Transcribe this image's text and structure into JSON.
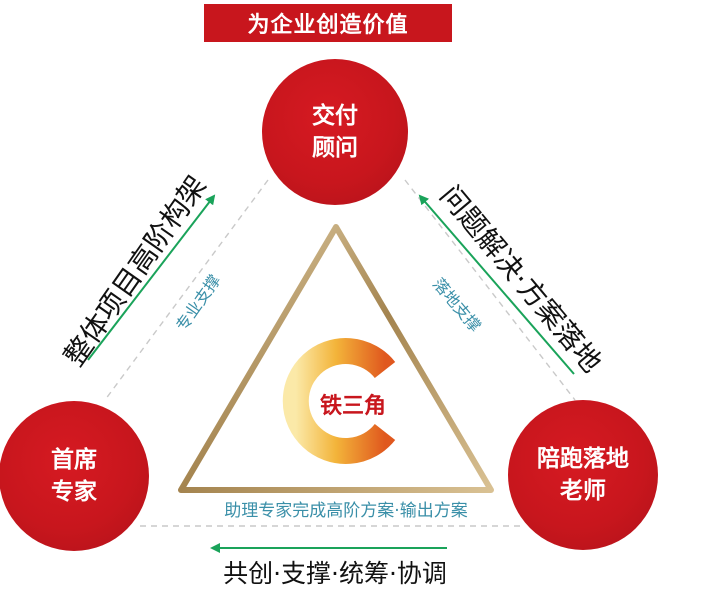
{
  "title": "为企业创造价值",
  "nodes": {
    "top": {
      "line1": "交付",
      "line2": "顾问"
    },
    "left": {
      "line1": "首席",
      "line2": "专家"
    },
    "right": {
      "line1": "陪跑落地",
      "line2": "老师"
    }
  },
  "center_logo": "铁三角",
  "edge_labels": {
    "left_outer": "整体项目高阶构架",
    "left_inner": "专业支撑",
    "right_outer": "问题解决·方案落地",
    "right_inner": "落地支撑",
    "base_inner": "助理专家完成高阶方案·输出方案",
    "bottom_outer": "共创·支撑·统筹·协调"
  },
  "colors": {
    "node_red": "#c8161d",
    "arrow_green": "#1aa35a",
    "support_text": "#3a8fa8",
    "triangle_gold": "#b89a6a"
  }
}
